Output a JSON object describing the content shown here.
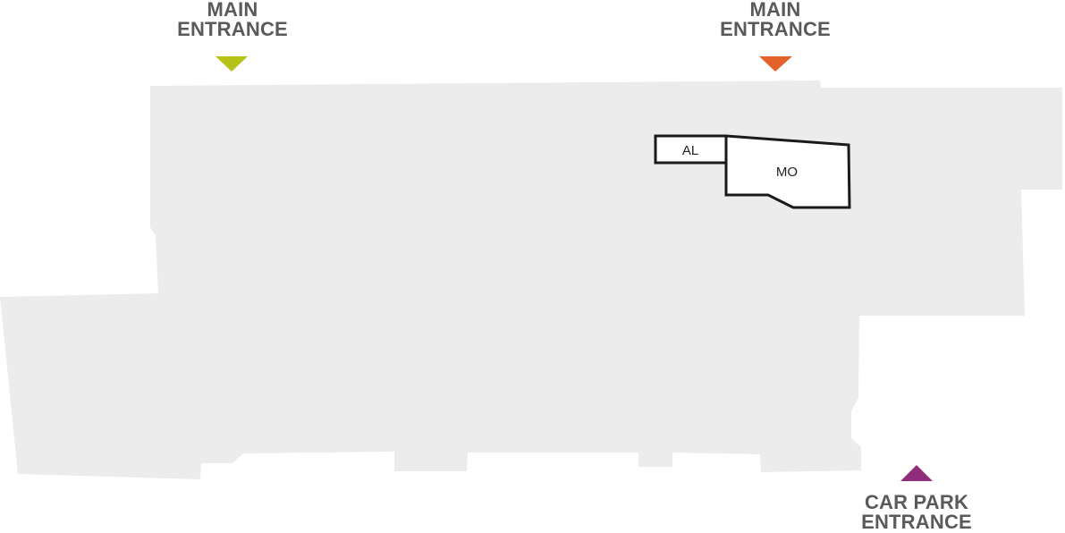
{
  "map": {
    "colors": {
      "floor": "#ececec",
      "unit_fill": "#ffffff",
      "unit_outline": "#1a1a1a",
      "label_text": "#5a5a5a",
      "main_entrance_left_marker": "#b7c219",
      "main_entrance_right_marker": "#e3622a",
      "car_park_entrance_marker": "#8f2d7b"
    },
    "entrances": {
      "main_left": {
        "line1": "MAIN",
        "line2": "ENTRANCE",
        "marker": "down-triangle-icon"
      },
      "main_right": {
        "line1": "MAIN",
        "line2": "ENTRANCE",
        "marker": "down-triangle-icon"
      },
      "car_park": {
        "line1": "CAR PARK",
        "line2": "ENTRANCE",
        "marker": "up-triangle-icon"
      }
    },
    "units": [
      {
        "code": "AL"
      },
      {
        "code": "MO"
      }
    ]
  }
}
